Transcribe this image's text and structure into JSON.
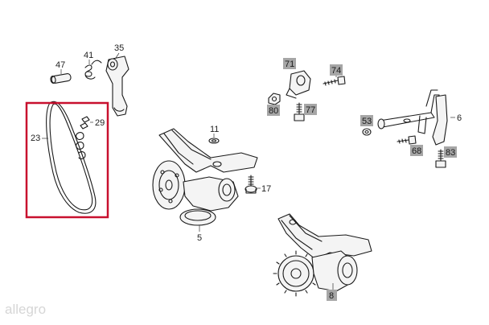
{
  "colors": {
    "highlight_frame": "#c8102e",
    "label_box": "#a6a6a6",
    "line": "#1a1a1a"
  },
  "labels": {
    "p47": "47",
    "p41": "41",
    "p35": "35",
    "p23": "23",
    "p29": "29",
    "p11": "11",
    "p17": "17",
    "p5": "5",
    "p71": "71",
    "p74": "74",
    "p80": "80",
    "p77": "77",
    "p53": "53",
    "p6": "6",
    "p68": "68",
    "p83": "83",
    "p8": "8"
  },
  "watermark": "allegro"
}
